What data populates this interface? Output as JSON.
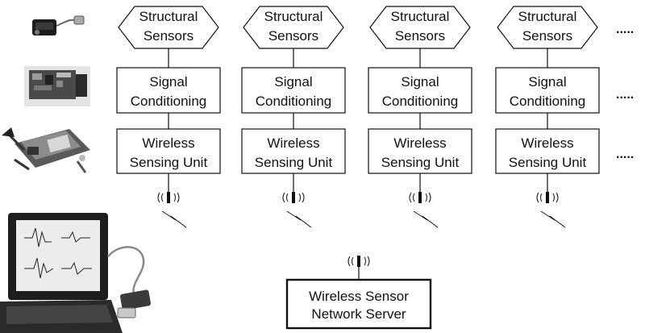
{
  "nodes": [
    {
      "sensor": [
        "Structural",
        "Sensors"
      ],
      "conditioning": [
        "Signal",
        "Conditioning"
      ],
      "unit": [
        "Wireless",
        "Sensing Unit"
      ]
    },
    {
      "sensor": [
        "Structural",
        "Sensors"
      ],
      "conditioning": [
        "Signal",
        "Conditioning"
      ],
      "unit": [
        "Wireless",
        "Sensing Unit"
      ]
    },
    {
      "sensor": [
        "Structural",
        "Sensors"
      ],
      "conditioning": [
        "Signal",
        "Conditioning"
      ],
      "unit": [
        "Wireless",
        "Sensing Unit"
      ]
    },
    {
      "sensor": [
        "Structural",
        "Sensors"
      ],
      "conditioning": [
        "Signal",
        "Conditioning"
      ],
      "unit": [
        "Wireless",
        "Sensing Unit"
      ]
    }
  ],
  "continuation": ".....",
  "server": [
    "Wireless Sensor",
    "Network Server"
  ],
  "photos": [
    {
      "name": "sensor-photo",
      "depicts": "accelerometer sensor"
    },
    {
      "name": "signal-conditioning-photo",
      "depicts": "circuit board"
    },
    {
      "name": "sensing-unit-photo",
      "depicts": "wireless sensing unit hardware"
    },
    {
      "name": "laptop-photo",
      "depicts": "laptop with wireless transceiver"
    }
  ]
}
